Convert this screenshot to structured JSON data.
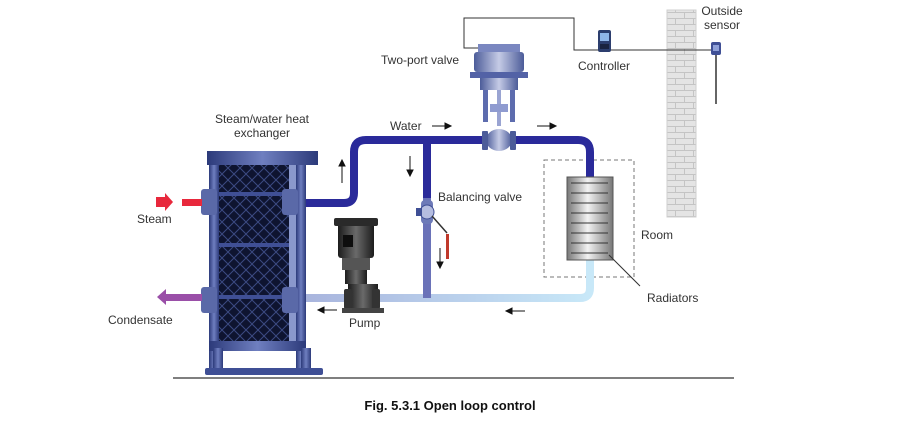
{
  "labels": {
    "two_port_valve": "Two-port valve",
    "controller": "Controller",
    "outside_sensor_line1": "Outside",
    "outside_sensor_line2": "sensor",
    "heat_exchanger_line1": "Steam/water heat",
    "heat_exchanger_line2": "exchanger",
    "water": "Water",
    "balancing_valve": "Balancing valve",
    "steam": "Steam",
    "condensate": "Condensate",
    "pump": "Pump",
    "room": "Room",
    "radiators": "Radiators"
  },
  "caption": "Fig. 5.3.1 Open loop control",
  "colors": {
    "flow_pipe": "#2a2a9a",
    "return_pipe": "#aab8dd",
    "return_pipe_light": "#c6e6f8",
    "steam_arrow": "#e8283c",
    "condensate_arrow": "#9a4fa8",
    "exchanger_frame": "#3f4f95",
    "brick_wall": "#e2e2e2"
  },
  "icons": [
    "two-port-valve-icon",
    "controller-icon",
    "outside-sensor-icon",
    "pump-icon",
    "balancing-valve-icon",
    "radiator-icon",
    "heat-exchanger-icon",
    "brick-wall-icon"
  ]
}
